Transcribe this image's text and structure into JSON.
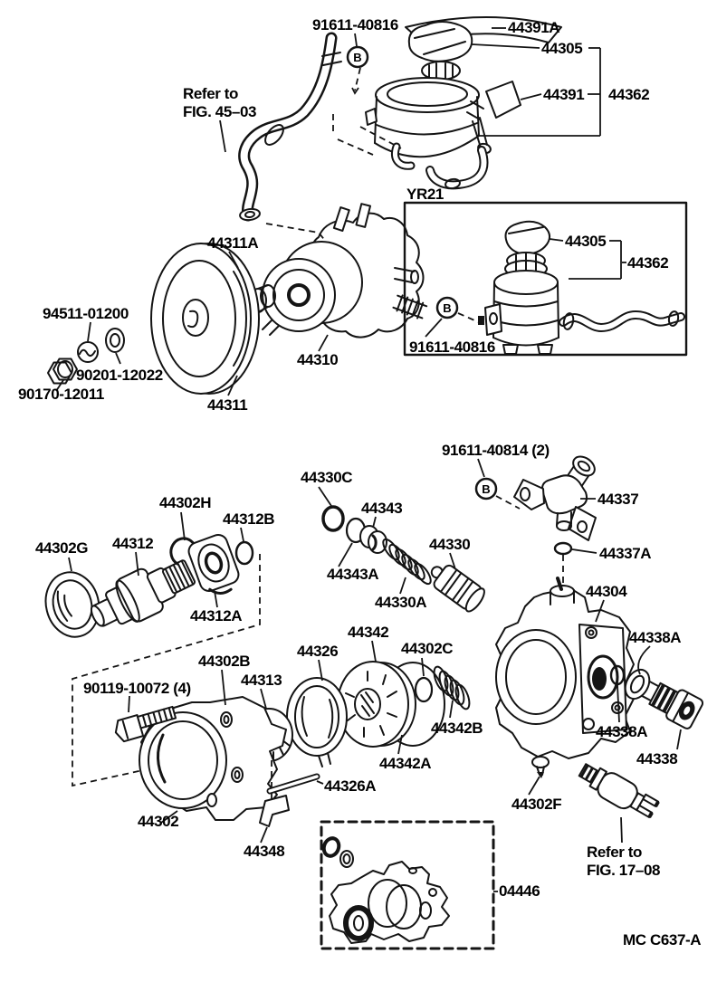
{
  "figure": {
    "code": "MC C637-A",
    "inset": "YR21",
    "marker_b": "B",
    "refer45_line1": "Refer to",
    "refer45_line2": "FIG. 45–03",
    "refer17_line1": "Refer to",
    "refer17_line2": "FIG. 17–08",
    "parts": {
      "bolt_top": "91611-40816",
      "gasket_44391A": "44391A",
      "cap_44305": "44305",
      "sub_44391": "44391",
      "assy_44362": "44362",
      "cap_44305_inset": "44305",
      "assy_44362_inset": "44362",
      "bolt_inset": "91611-40816",
      "hose_44311A": "44311A",
      "pump_44310": "44310",
      "washer_94511": "94511-01200",
      "washer_90201": "90201-12022",
      "nut_90170": "90170-12011",
      "pulley_44311": "44311",
      "bolt_40814": "91611-40814 (2)",
      "union_44337": "44337",
      "gasket_44337A": "44337A",
      "ring_44330C": "44330C",
      "plug_44343": "44343",
      "gasket_44343A": "44343A",
      "spring_44330A": "44330A",
      "valve_44330": "44330",
      "ring_44302H": "44302H",
      "ring_44312B": "44312B",
      "seal_44302G": "44302G",
      "shaft_44312": "44312",
      "bearing_44312A": "44312A",
      "housing_44304": "44304",
      "gasket_44338A_1": "44338A",
      "gasket_44338A_2": "44338A",
      "valve_44338": "44338",
      "rotor_44342": "44342",
      "camring_44326": "44326",
      "ring_44302C": "44302C",
      "spring_44342B": "44342B",
      "plate_44342A": "44342A",
      "housing_44302B": "44302B",
      "coupling_44313": "44313",
      "bolt_90119": "90119-10072 (4)",
      "housing_44302": "44302",
      "bracket_44348": "44348",
      "pin_44326A": "44326A",
      "screw_44302F": "44302F",
      "kit_04446": "04446"
    }
  }
}
